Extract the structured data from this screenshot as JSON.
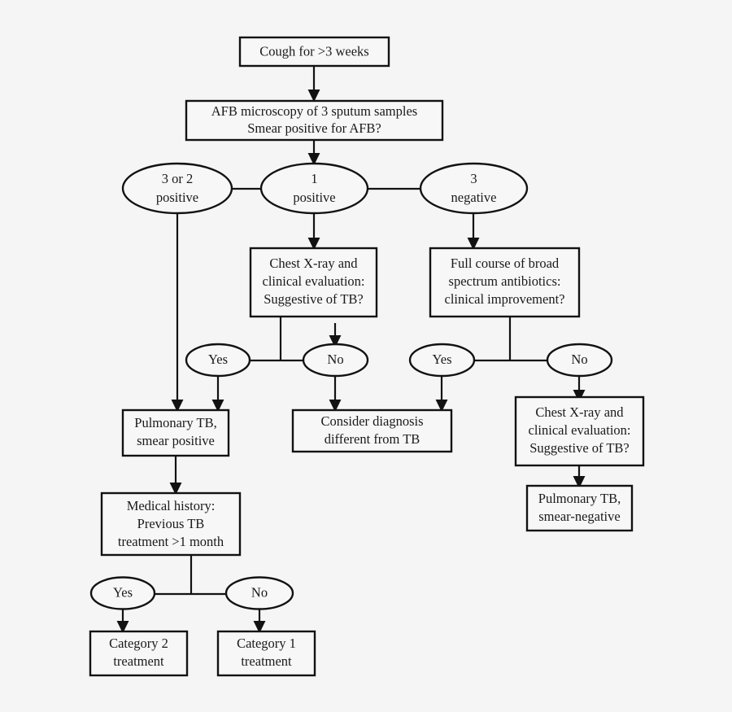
{
  "diagram": {
    "title": "TB diagnostic algorithm flowchart",
    "background_color": "#f5f5f5",
    "stroke_color": "#121212",
    "node_fill_color": "#f7f7f7",
    "nodes": {
      "cough": {
        "line1": "Cough for >3 weeks"
      },
      "afb": {
        "line1": "AFB microscopy of 3 sputum samples",
        "line2": "Smear positive for AFB?"
      },
      "three_or_two_positive": {
        "line1": "3 or 2",
        "line2": "positive"
      },
      "one_positive": {
        "line1": "1",
        "line2": "positive"
      },
      "three_negative": {
        "line1": "3",
        "line2": "negative"
      },
      "cxr_left": {
        "line1": "Chest X-ray and",
        "line2": "clinical evaluation:",
        "line3": "Suggestive of TB?"
      },
      "antibiotics": {
        "line1": "Full course of broad",
        "line2": "spectrum antibiotics:",
        "line3": "clinical improvement?"
      },
      "yes_cxr_left": {
        "line1": "Yes"
      },
      "no_cxr_left": {
        "line1": "No"
      },
      "yes_antibiotics": {
        "line1": "Yes"
      },
      "no_antibiotics": {
        "line1": "No"
      },
      "pulmonary_tb_smear_positive": {
        "line1": "Pulmonary TB,",
        "line2": "smear positive"
      },
      "consider_other_diagnosis": {
        "line1": "Consider diagnosis",
        "line2": "different from TB"
      },
      "cxr_right": {
        "line1": "Chest X-ray and",
        "line2": "clinical evaluation:",
        "line3": "Suggestive of TB?"
      },
      "pulmonary_tb_smear_negative": {
        "line1": "Pulmonary TB,",
        "line2": "smear-negative"
      },
      "medical_history": {
        "line1": "Medical history:",
        "line2": "Previous TB",
        "line3": "treatment >1 month"
      },
      "yes_history": {
        "line1": "Yes"
      },
      "no_history": {
        "line1": "No"
      },
      "category_2": {
        "line1": "Category 2",
        "line2": "treatment"
      },
      "category_1": {
        "line1": "Category 1",
        "line2": "treatment"
      }
    }
  }
}
